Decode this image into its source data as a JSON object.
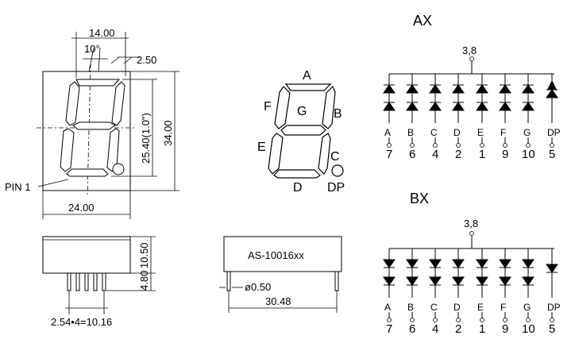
{
  "front_view": {
    "width_top": "14.00",
    "slant_angle": "10°",
    "offset": "2.50",
    "height_digit": "25.40(1.0\")",
    "height_total": "34.00",
    "width_bottom": "24.00",
    "pin1_label": "PIN  1"
  },
  "side_view": {
    "body_height": "10.50",
    "pin_length": "4.80",
    "pin_pitch": "2.54•4=10.16"
  },
  "bottom_view": {
    "part_number": "AS-10016xx",
    "pin_diameter": "ø0.50",
    "row_spacing": "30.48"
  },
  "segment_diagram": {
    "labels": [
      "A",
      "B",
      "C",
      "D",
      "E",
      "F",
      "G",
      "DP"
    ]
  },
  "ax_circuit": {
    "title": "AX",
    "common_pin": "3,8",
    "segments": [
      "A",
      "B",
      "C",
      "D",
      "E",
      "F",
      "G",
      "DP"
    ],
    "pins": [
      "7",
      "6",
      "4",
      "2",
      "1",
      "9",
      "10",
      "5"
    ]
  },
  "bx_circuit": {
    "title": "BX",
    "common_pin": "3,8",
    "segments": [
      "A",
      "B",
      "C",
      "D",
      "E",
      "F",
      "G",
      "DP"
    ],
    "pins": [
      "7",
      "6",
      "4",
      "2",
      "1",
      "9",
      "10",
      "5"
    ]
  }
}
